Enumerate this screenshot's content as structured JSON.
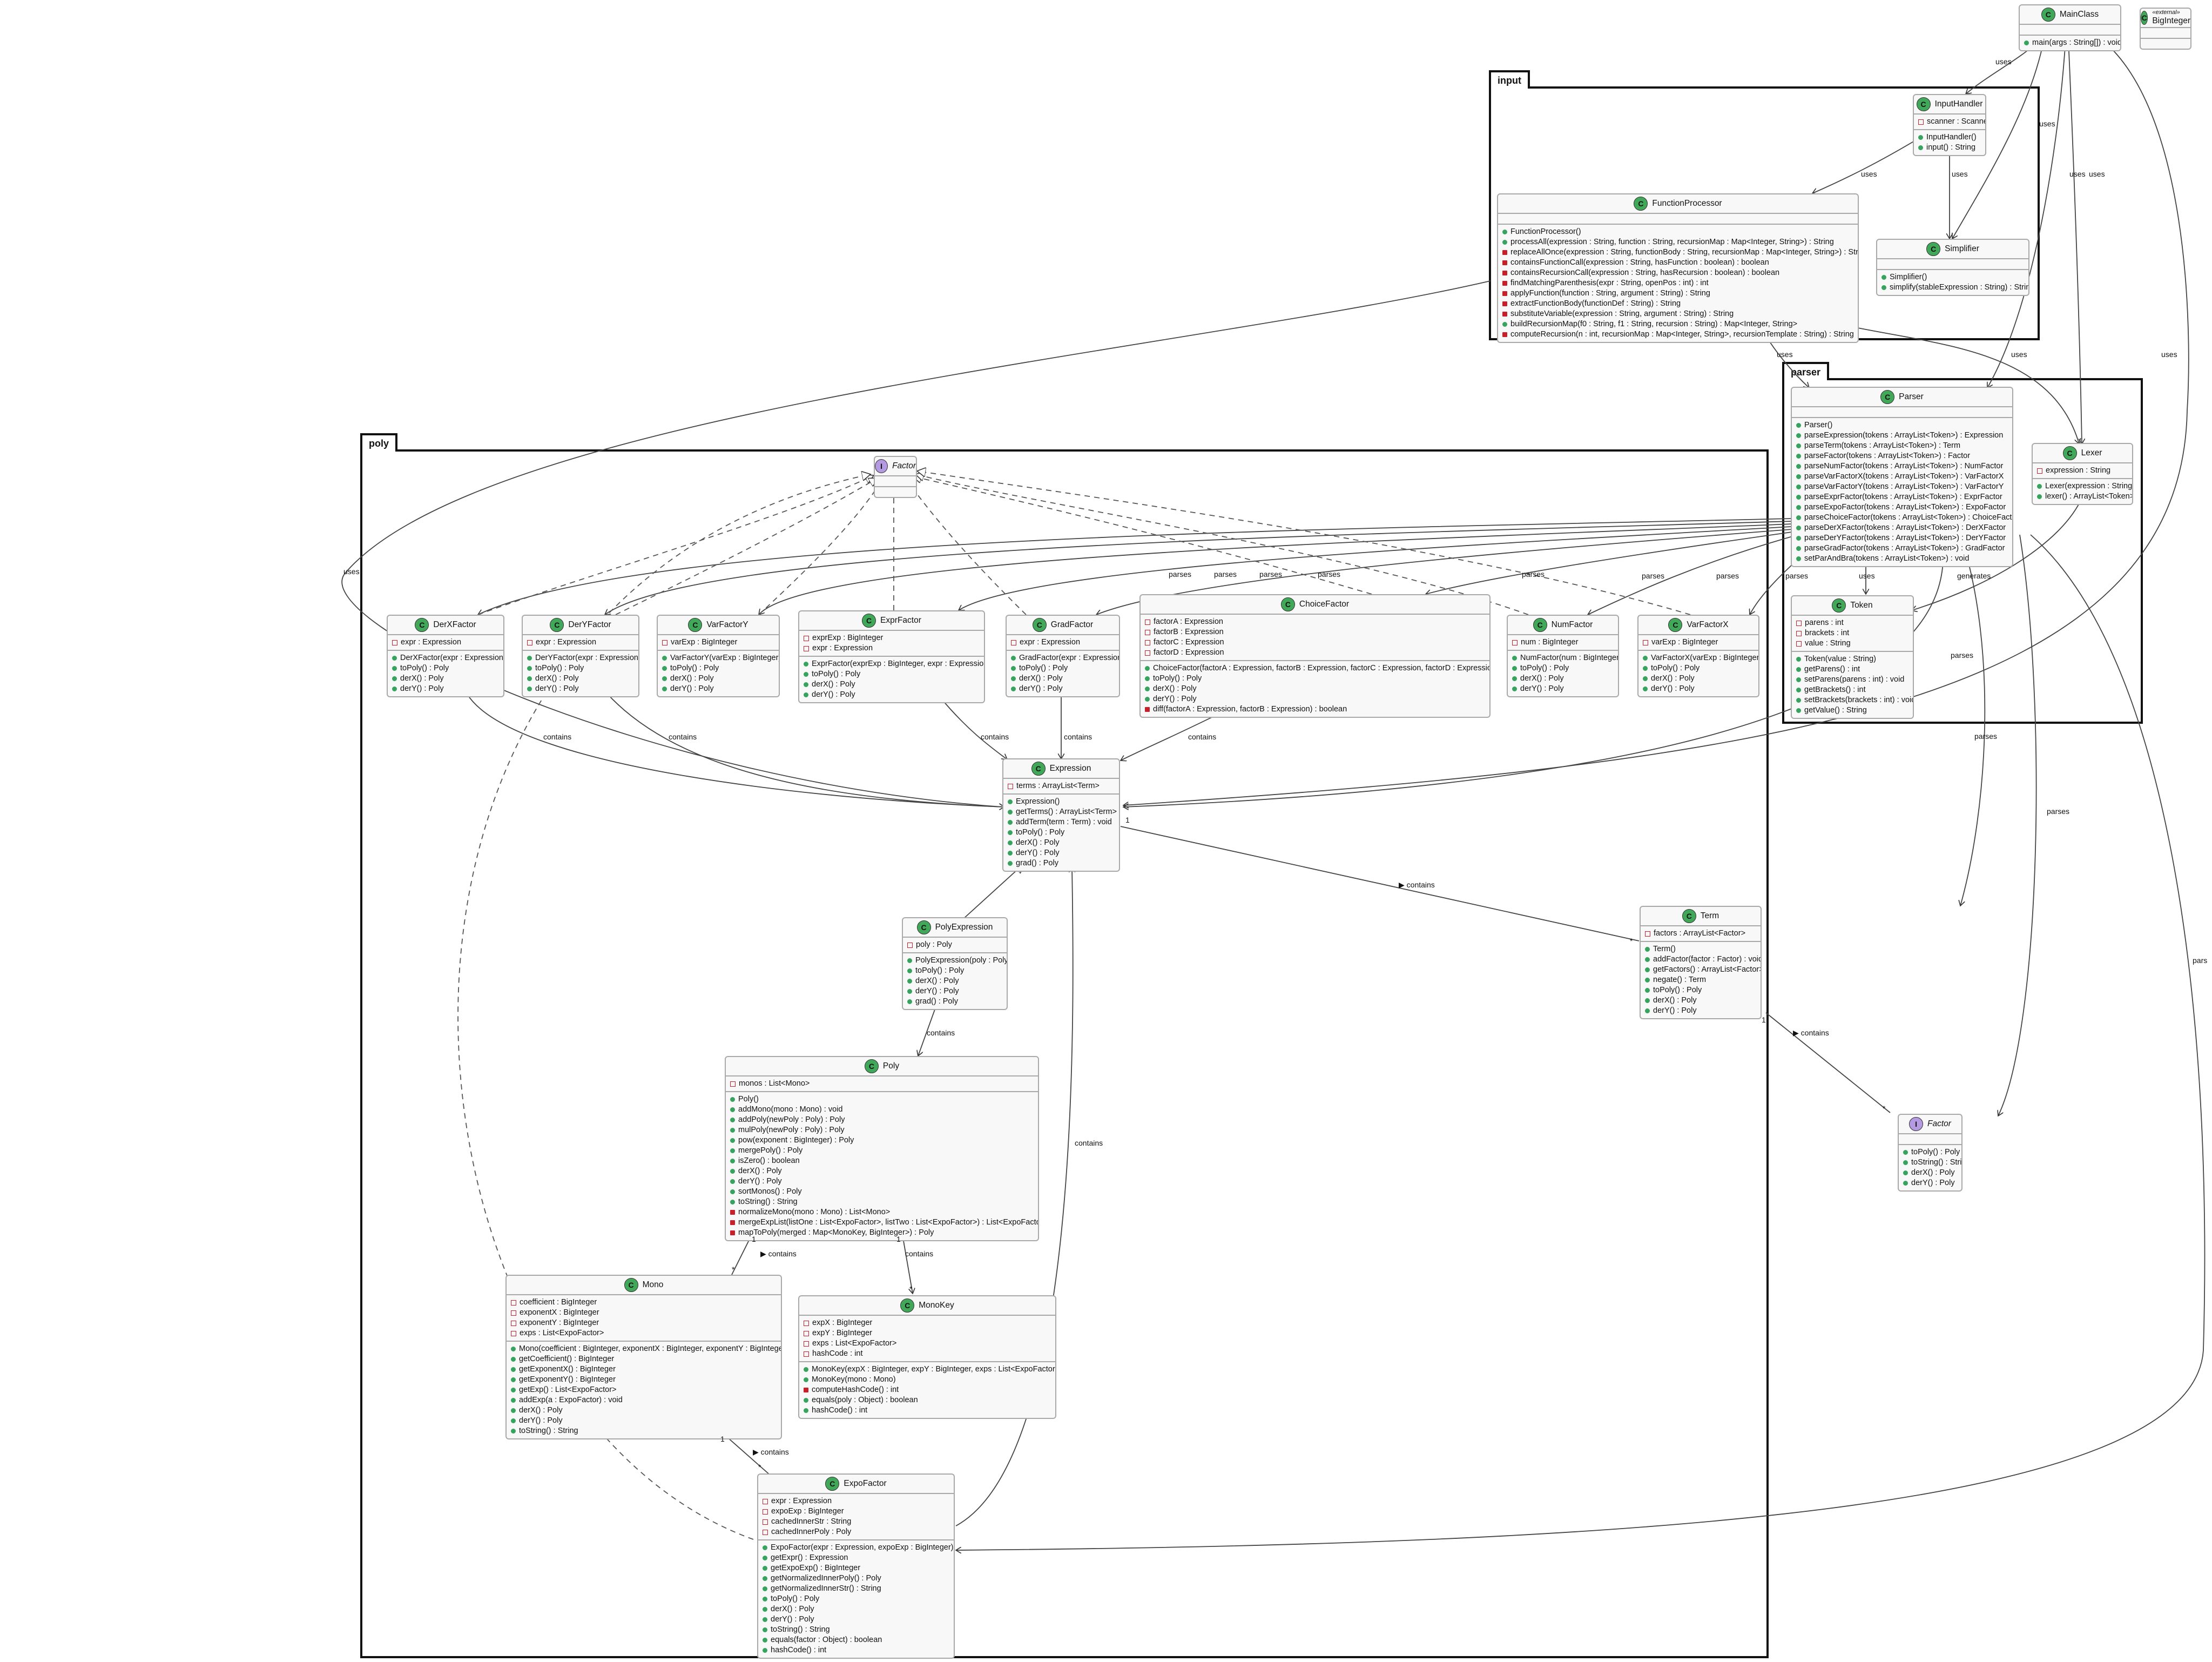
{
  "packages": {
    "input": "input",
    "parser": "parser",
    "poly": "poly"
  },
  "classes": {
    "mainclass": {
      "name": "MainClass",
      "fields": [],
      "methods": [
        "main(args : String[]) : void"
      ]
    },
    "biginteger": {
      "name": "BigInteger",
      "stereotype": "«external»",
      "fields": [],
      "methods": []
    },
    "inputhandler": {
      "name": "InputHandler",
      "fields": [
        "scanner : Scanner"
      ],
      "methods": [
        "InputHandler()",
        "input() : String"
      ]
    },
    "functionprocessor": {
      "name": "FunctionProcessor",
      "fields": [],
      "methods": [
        "FunctionProcessor()",
        "processAll(expression : String, function : String, recursionMap : Map<Integer, String>) : String",
        "replaceAllOnce(expression : String, functionBody : String, recursionMap : Map<Integer, String>) : String",
        "containsFunctionCall(expression : String, hasFunction : boolean) : boolean",
        "containsRecursionCall(expression : String, hasRecursion : boolean) : boolean",
        "findMatchingParenthesis(expr : String, openPos : int) : int",
        "applyFunction(function : String, argument : String) : String",
        "extractFunctionBody(functionDef : String) : String",
        "substituteVariable(expression : String, argument : String) : String",
        "buildRecursionMap(f0 : String, f1 : String, recursion : String) : Map<Integer, String>",
        "computeRecursion(n : int, recursionMap : Map<Integer, String>, recursionTemplate : String) : String"
      ]
    },
    "simplifier": {
      "name": "Simplifier",
      "fields": [],
      "methods": [
        "Simplifier()",
        "simplify(stableExpression : String) : String"
      ]
    },
    "parser": {
      "name": "Parser",
      "fields": [],
      "methods": [
        "Parser()",
        "parseExpression(tokens : ArrayList<Token>) : Expression",
        "parseTerm(tokens : ArrayList<Token>) : Term",
        "parseFactor(tokens : ArrayList<Token>) : Factor",
        "parseNumFactor(tokens : ArrayList<Token>) : NumFactor",
        "parseVarFactorX(tokens : ArrayList<Token>) : VarFactorX",
        "parseVarFactorY(tokens : ArrayList<Token>) : VarFactorY",
        "parseExprFactor(tokens : ArrayList<Token>) : ExprFactor",
        "parseExpoFactor(tokens : ArrayList<Token>) : ExpoFactor",
        "parseChoiceFactor(tokens : ArrayList<Token>) : ChoiceFactor",
        "parseDerXFactor(tokens : ArrayList<Token>) : DerXFactor",
        "parseDerYFactor(tokens : ArrayList<Token>) : DerYFactor",
        "parseGradFactor(tokens : ArrayList<Token>) : GradFactor",
        "setParAndBra(tokens : ArrayList<Token>) : void"
      ]
    },
    "lexer": {
      "name": "Lexer",
      "fields": [
        "expression : String"
      ],
      "methods": [
        "Lexer(expression : String)",
        "lexer() : ArrayList<Token>"
      ]
    },
    "token": {
      "name": "Token",
      "fields": [
        "parens : int",
        "brackets : int",
        "value : String"
      ],
      "methods": [
        "Token(value : String)",
        "getParens() : int",
        "setParens(parens : int) : void",
        "getBrackets() : int",
        "setBrackets(brackets : int) : void",
        "getValue() : String"
      ]
    },
    "factor": {
      "name": "Factor",
      "fields": [],
      "methods": []
    },
    "derxfactor": {
      "name": "DerXFactor",
      "fields": [
        "expr : Expression"
      ],
      "methods": [
        "DerXFactor(expr : Expression)",
        "toPoly() : Poly",
        "derX() : Poly",
        "derY() : Poly"
      ]
    },
    "deryfactor": {
      "name": "DerYFactor",
      "fields": [
        "expr : Expression"
      ],
      "methods": [
        "DerYFactor(expr : Expression)",
        "toPoly() : Poly",
        "derX() : Poly",
        "derY() : Poly"
      ]
    },
    "varfactory": {
      "name": "VarFactorY",
      "fields": [
        "varExp : BigInteger"
      ],
      "methods": [
        "VarFactorY(varExp : BigInteger)",
        "toPoly() : Poly",
        "derX() : Poly",
        "derY() : Poly"
      ]
    },
    "exprfactor": {
      "name": "ExprFactor",
      "fields": [
        "exprExp : BigInteger",
        "expr : Expression"
      ],
      "methods": [
        "ExprFactor(exprExp : BigInteger, expr : Expression)",
        "toPoly() : Poly",
        "derX() : Poly",
        "derY() : Poly"
      ]
    },
    "gradfactor": {
      "name": "GradFactor",
      "fields": [
        "expr : Expression"
      ],
      "methods": [
        "GradFactor(expr : Expression)",
        "toPoly() : Poly",
        "derX() : Poly",
        "derY() : Poly"
      ]
    },
    "choicefactor": {
      "name": "ChoiceFactor",
      "fields": [
        "factorA : Expression",
        "factorB : Expression",
        "factorC : Expression",
        "factorD : Expression"
      ],
      "methods": [
        "ChoiceFactor(factorA : Expression, factorB : Expression, factorC : Expression, factorD : Expression)",
        "toPoly() : Poly",
        "derX() : Poly",
        "derY() : Poly",
        "diff(factorA : Expression, factorB : Expression) : boolean"
      ]
    },
    "numfactor": {
      "name": "NumFactor",
      "fields": [
        "num : BigInteger"
      ],
      "methods": [
        "NumFactor(num : BigInteger)",
        "toPoly() : Poly",
        "derX() : Poly",
        "derY() : Poly"
      ]
    },
    "varfactorx": {
      "name": "VarFactorX",
      "fields": [
        "varExp : BigInteger"
      ],
      "methods": [
        "VarFactorX(varExp : BigInteger)",
        "toPoly() : Poly",
        "derX() : Poly",
        "derY() : Poly"
      ]
    },
    "expression": {
      "name": "Expression",
      "fields": [
        "terms : ArrayList<Term>"
      ],
      "methods": [
        "Expression()",
        "getTerms() : ArrayList<Term>",
        "addTerm(term : Term) : void",
        "toPoly() : Poly",
        "derX() : Poly",
        "derY() : Poly",
        "grad() : Poly"
      ]
    },
    "polyexpression": {
      "name": "PolyExpression",
      "fields": [
        "poly : Poly"
      ],
      "methods": [
        "PolyExpression(poly : Poly)",
        "toPoly() : Poly",
        "derX() : Poly",
        "derY() : Poly",
        "grad() : Poly"
      ]
    },
    "poly": {
      "name": "Poly",
      "fields": [
        "monos : List<Mono>"
      ],
      "methods": [
        "Poly()",
        "addMono(mono : Mono) : void",
        "addPoly(newPoly : Poly) : Poly",
        "mulPoly(newPoly : Poly) : Poly",
        "pow(exponent : BigInteger) : Poly",
        "mergePoly() : Poly",
        "isZero() : boolean",
        "derX() : Poly",
        "derY() : Poly",
        "sortMonos() : Poly",
        "toString() : String",
        "normalizeMono(mono : Mono) : List<Mono>",
        "mergeExpList(listOne : List<ExpoFactor>, listTwo : List<ExpoFactor>) : List<ExpoFactor>",
        "mapToPoly(merged : Map<MonoKey, BigInteger>) : Poly"
      ]
    },
    "mono": {
      "name": "Mono",
      "fields": [
        "coefficient : BigInteger",
        "exponentX : BigInteger",
        "exponentY : BigInteger",
        "exps : List<ExpoFactor>"
      ],
      "methods": [
        "Mono(coefficient : BigInteger, exponentX : BigInteger, exponentY : BigInteger)",
        "getCoefficient() : BigInteger",
        "getExponentX() : BigInteger",
        "getExponentY() : BigInteger",
        "getExp() : List<ExpoFactor>",
        "addExp(a : ExpoFactor) : void",
        "derX() : Poly",
        "derY() : Poly",
        "toString() : String"
      ]
    },
    "monokey": {
      "name": "MonoKey",
      "fields": [
        "expX : BigInteger",
        "expY : BigInteger",
        "exps : List<ExpoFactor>",
        "hashCode : int"
      ],
      "methods": [
        "MonoKey(expX : BigInteger, expY : BigInteger, exps : List<ExpoFactor>)",
        "MonoKey(mono : Mono)",
        "computeHashCode() : int",
        "equals(poly : Object) : boolean",
        "hashCode() : int"
      ]
    },
    "expofactor": {
      "name": "ExpoFactor",
      "fields": [
        "expr : Expression",
        "expoExp : BigInteger",
        "cachedInnerStr : String",
        "cachedInnerPoly : Poly"
      ],
      "methods": [
        "ExpoFactor(expr : Expression, expoExp : BigInteger)",
        "getExpr() : Expression",
        "getExpoExp() : BigInteger",
        "getNormalizedInnerPoly() : Poly",
        "getNormalizedInnerStr() : String",
        "toPoly() : Poly",
        "derX() : Poly",
        "derY() : Poly",
        "toString() : String",
        "equals(factor : Object) : boolean",
        "hashCode() : int"
      ]
    },
    "term": {
      "name": "Term",
      "fields": [
        "factors : ArrayList<Factor>"
      ],
      "methods": [
        "Term()",
        "addFactor(factor : Factor) : void",
        "getFactors() : ArrayList<Factor>",
        "negate() : Term",
        "toPoly() : Poly",
        "derX() : Poly",
        "derY() : Poly"
      ]
    },
    "factor2": {
      "name": "Factor",
      "fields": [],
      "methods": [
        "toPoly() : Poly",
        "toString() : String",
        "derX() : Poly",
        "derY() : Poly"
      ]
    }
  },
  "edge_labels": {
    "uses": "uses",
    "parses": "parses",
    "generates": "generates",
    "contains": "contains",
    "contains_arrow": "▶ contains",
    "parse_cut": "pars",
    "one": "1",
    "many": "*"
  },
  "colors": {
    "class_badge": "#41a85a",
    "interface_badge": "#b49ae0",
    "public": "#38a35e",
    "private": "#c8202a",
    "border": "#a9a9a9"
  }
}
